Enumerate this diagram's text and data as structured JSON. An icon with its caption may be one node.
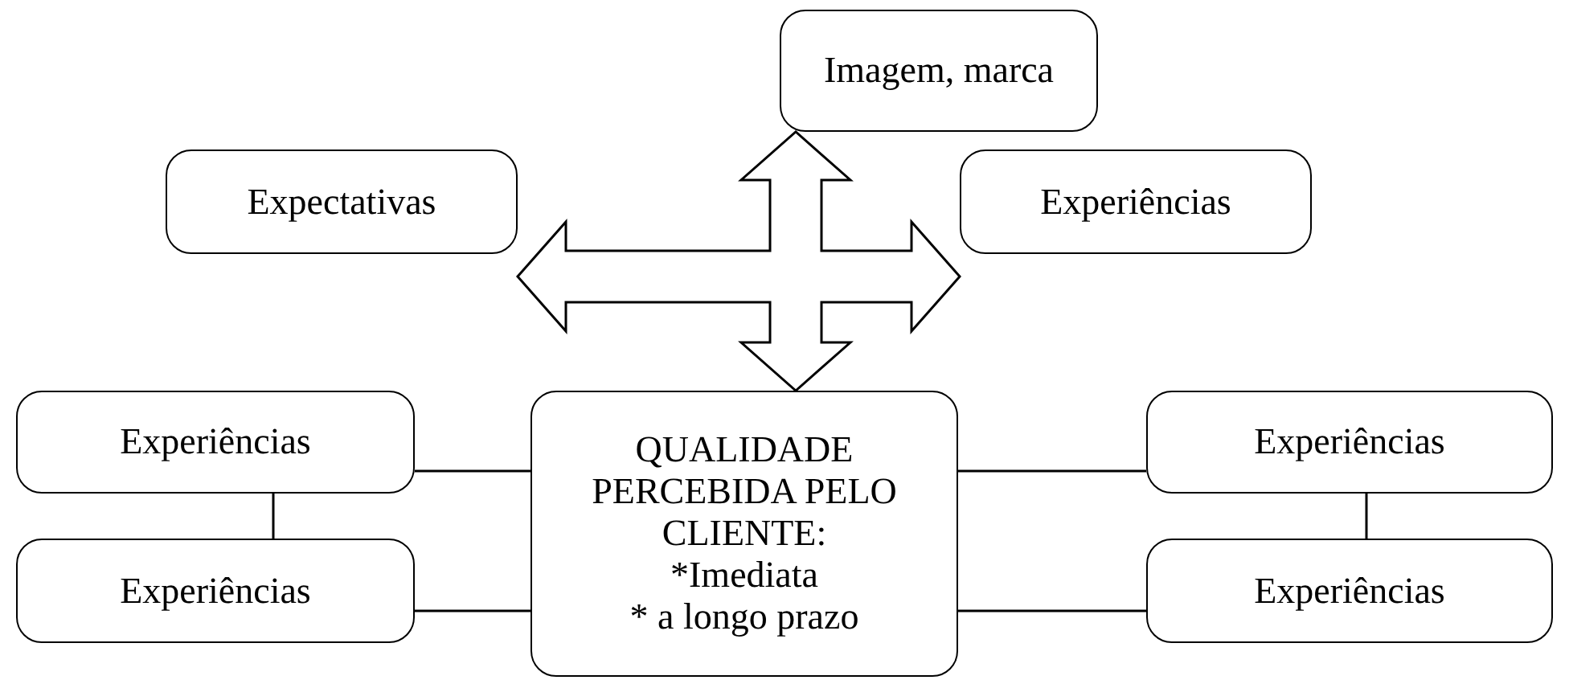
{
  "diagram": {
    "nodes": [
      {
        "text": [
          "Imagem, marca"
        ]
      },
      {
        "text": [
          "Expectativas"
        ]
      },
      {
        "text": [
          "Experiências"
        ]
      },
      {
        "text": [
          "QUALIDADE PERCEBIDA PELO CLIENTE:",
          "*Imediata",
          "* a longo prazo"
        ]
      },
      {
        "text": [
          "Experiências"
        ]
      },
      {
        "text": [
          "Experiências"
        ]
      },
      {
        "text": [
          "Experiências"
        ]
      },
      {
        "text": [
          "Experiências"
        ]
      }
    ],
    "edges": [
      {
        "from": 4,
        "to": 3,
        "arrow": "none"
      },
      {
        "from": 5,
        "to": 3,
        "arrow": "none"
      },
      {
        "from": 4,
        "to": 5,
        "arrow": "none"
      },
      {
        "from": 3,
        "to": 6,
        "arrow": "none"
      },
      {
        "from": 3,
        "to": 7,
        "arrow": "none"
      },
      {
        "from": 6,
        "to": 7,
        "arrow": "none"
      },
      {
        "from": 1,
        "to": 2,
        "arrow": "both"
      },
      {
        "from": 0,
        "to": 3,
        "arrow": "both"
      }
    ]
  }
}
